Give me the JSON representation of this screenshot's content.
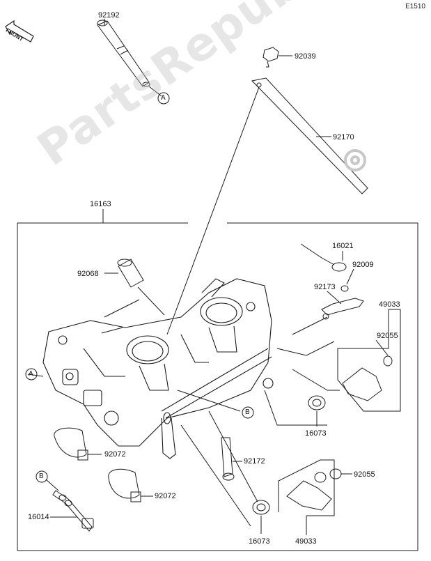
{
  "diagram_code": "E1510",
  "front_label": "FRONT",
  "watermark": "PartsRepublik",
  "callouts": {
    "A": "A",
    "B": "B"
  },
  "parts": {
    "p92192": "92192",
    "p92039": "92039",
    "p92170": "92170",
    "p16163": "16163",
    "p16021": "16021",
    "p92009": "92009",
    "p92068": "92068",
    "p92173": "92173",
    "p49033_top": "49033",
    "p92055_top": "92055",
    "p16073_top": "16073",
    "p92072_a": "92072",
    "p92172": "92172",
    "p92055_bottom": "92055",
    "p92072_b": "92072",
    "p16014": "16014",
    "p49033_bottom": "49033",
    "p16073_bottom": "16073"
  },
  "colors": {
    "line": "#1a1a1a",
    "watermark": "#bebebe"
  }
}
